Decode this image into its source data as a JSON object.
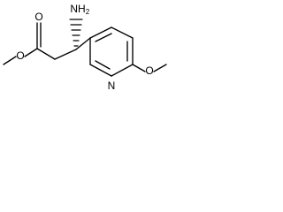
{
  "molecule": {
    "atoms": {
      "carbonyl_oxygen": "O",
      "ester_oxygen": "O",
      "amine": "NH",
      "amine_subscript": "2",
      "pyridine_nitrogen": "N",
      "ether_oxygen": "O"
    },
    "colors": {
      "bond": "#000000",
      "label": "#000000",
      "background": "#ffffff"
    }
  }
}
